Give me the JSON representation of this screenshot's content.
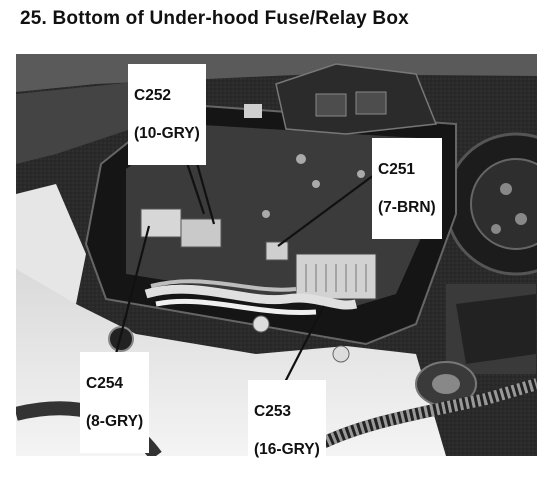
{
  "title": "25. Bottom of Under-hood Fuse/Relay Box",
  "connectors": [
    {
      "id": "C252",
      "spec": "(10-GRY)"
    },
    {
      "id": "C251",
      "spec": "(7-BRN)"
    },
    {
      "id": "C254",
      "spec": "(8-GRY)"
    },
    {
      "id": "C253",
      "spec": "(16-GRY)"
    }
  ]
}
